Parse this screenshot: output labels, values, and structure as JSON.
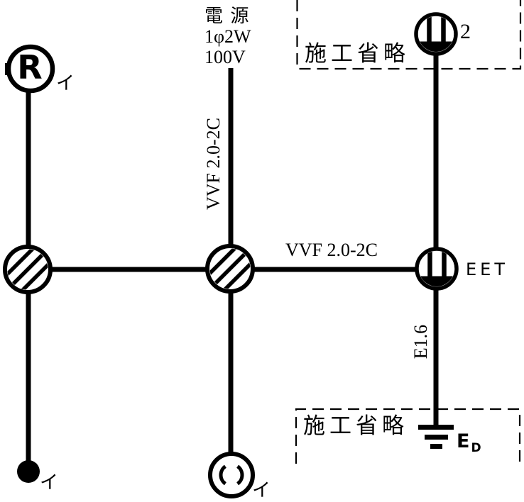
{
  "colors": {
    "ink": "#000000",
    "paper": "#ffffff"
  },
  "power_source": {
    "title": "電 源",
    "phase": "1φ2W",
    "voltage": "100V"
  },
  "cables": {
    "power_cable": "VVF 2.0-2C",
    "branch_cable": "VVF 2.0-2C",
    "earth_cable": "E1.6"
  },
  "omitted_sections": {
    "top_label": "施工省略",
    "bottom_label": "施工省略"
  },
  "devices": {
    "lamp_receptacle": {
      "letter": "R",
      "circuit": "イ"
    },
    "double_outlet": {
      "quantity": "2"
    },
    "eet_outlet": {
      "label": "EET"
    },
    "earth_electrode": {
      "label_main": "E",
      "label_sub": "D"
    },
    "switch": {
      "circuit": "イ"
    },
    "ceiling_light": {
      "circuit": "イ"
    }
  }
}
